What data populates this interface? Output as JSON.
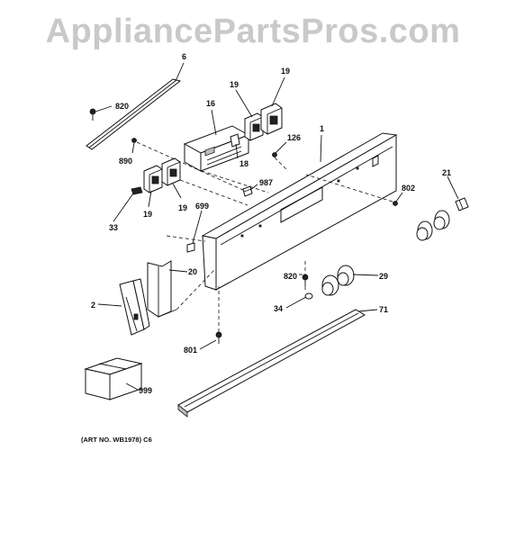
{
  "watermark": "AppliancePartsPros.com",
  "art_number": "(ART NO. WB1978) C6",
  "callouts": {
    "c6": "6",
    "c820a": "820",
    "c890": "890",
    "c16": "16",
    "c19a": "19",
    "c19b": "19",
    "c18": "18",
    "c126": "126",
    "c1": "1",
    "c19c": "19",
    "c19d": "19",
    "c33": "33",
    "c987": "987",
    "c699": "699",
    "c802": "802",
    "c21": "21",
    "c20": "20",
    "c2": "2",
    "c820b": "820",
    "c29": "29",
    "c34": "34",
    "c71": "71",
    "c801": "801",
    "c999": "999"
  }
}
